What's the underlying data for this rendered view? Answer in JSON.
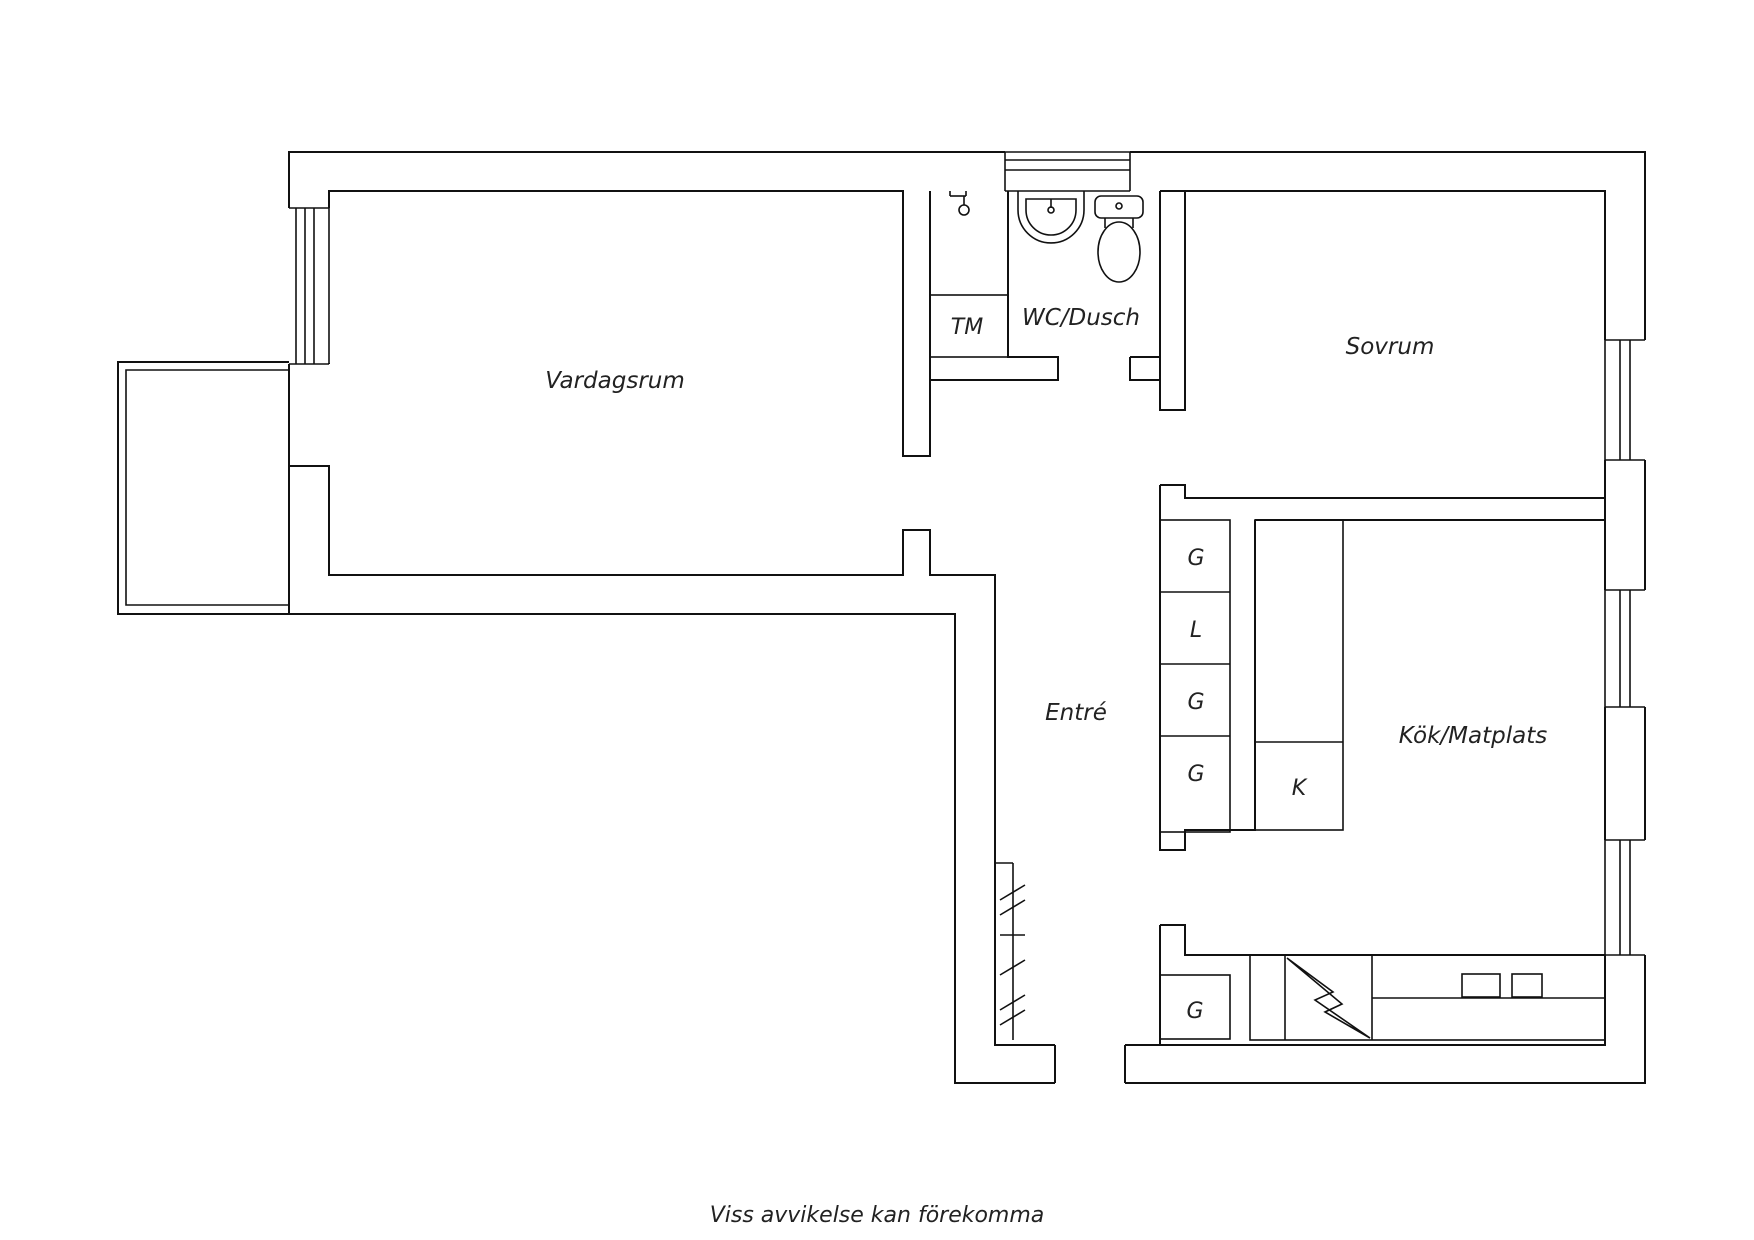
{
  "rooms": {
    "living_room": "Vardagsrum",
    "bathroom": "WC/Dusch",
    "bedroom": "Sovrum",
    "entrance": "Entré",
    "kitchen": "Kök/Matplats",
    "washing_machine": "TM"
  },
  "closets": {
    "g1": "G",
    "l1": "L",
    "g2": "G",
    "g3": "G",
    "k1": "K",
    "g4": "G"
  },
  "disclaimer": "Viss avvikelse kan förekomma"
}
